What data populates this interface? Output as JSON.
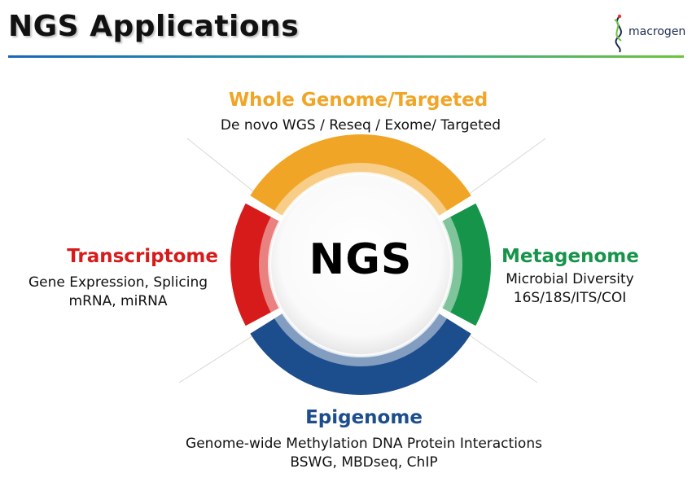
{
  "header": {
    "title": "NGS Applications",
    "logo_text": "macrogen"
  },
  "hub": {
    "label": "NGS"
  },
  "segments": {
    "top": {
      "title": "Whole Genome/Targeted",
      "desc": "De novo WGS / Reseq / Exome/ Targeted",
      "color": "#f0a526"
    },
    "left": {
      "title": "Transcriptome",
      "desc_line1": "Gene Expression, Splicing",
      "desc_line2": "mRNA, miRNA",
      "color": "#d71a1a"
    },
    "right": {
      "title": "Metagenome",
      "desc_line1": "Microbial Diversity",
      "desc_line2": "16S/18S/ITS/COI",
      "color": "#16944a"
    },
    "bottom": {
      "title": "Epigenome",
      "desc_line1": "Genome-wide Methylation DNA Protein Interactions",
      "desc_line2": "BSWG, MBDseq, ChIP",
      "color": "#1c4d8c"
    }
  },
  "colors": {
    "title_rule_start": "#1a66b8",
    "title_rule_end": "#6fc43c",
    "logo_accent_green": "#6fc43c",
    "logo_accent_red": "#e23a2a"
  }
}
